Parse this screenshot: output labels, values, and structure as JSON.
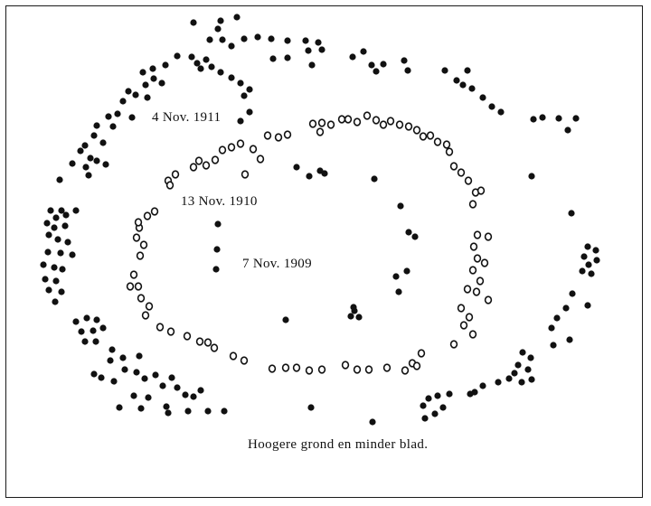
{
  "labels": {
    "ring_1911": "4 Nov. 1911",
    "ring_1910": "13 Nov. 1910",
    "ring_1909": "7 Nov. 1909"
  },
  "caption": "Hoogere grond en minder blad.",
  "colors": {
    "ink": "#111111",
    "paper": "#ffffff"
  }
}
